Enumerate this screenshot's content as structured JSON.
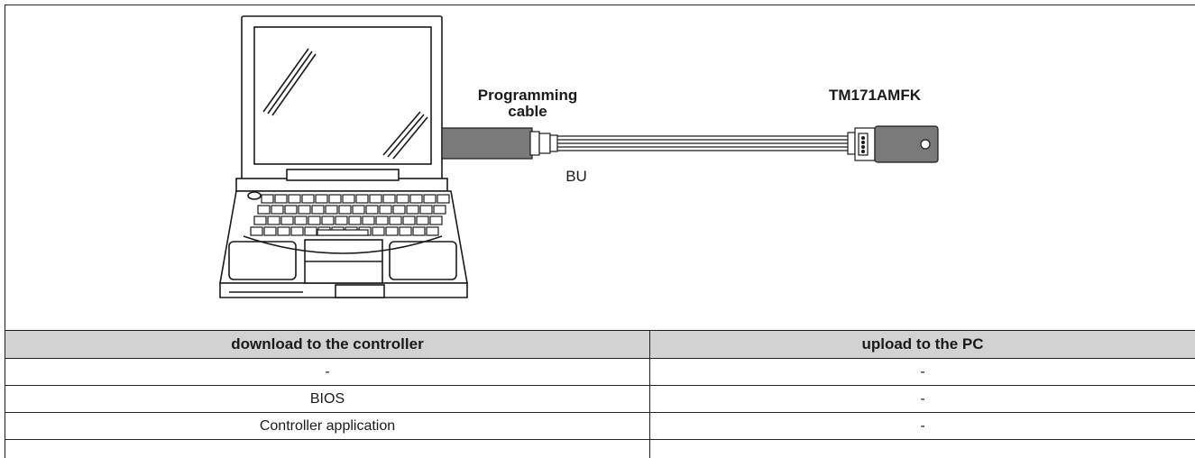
{
  "diagram": {
    "cable_label": "Programming cable",
    "cable_label_line1": "Programming",
    "cable_label_line2": "cable",
    "port_label": "BU",
    "device_label": "TM171AMFK"
  },
  "table": {
    "headers": [
      "download to the controller",
      "upload to the PC"
    ],
    "rows": [
      [
        "-",
        "-"
      ],
      [
        "BIOS",
        "-"
      ],
      [
        "Controller application",
        "-"
      ]
    ]
  },
  "colors": {
    "header_bg": "#d2d2d2",
    "line": "#222222",
    "cable_dark": "#7a7a7a"
  }
}
